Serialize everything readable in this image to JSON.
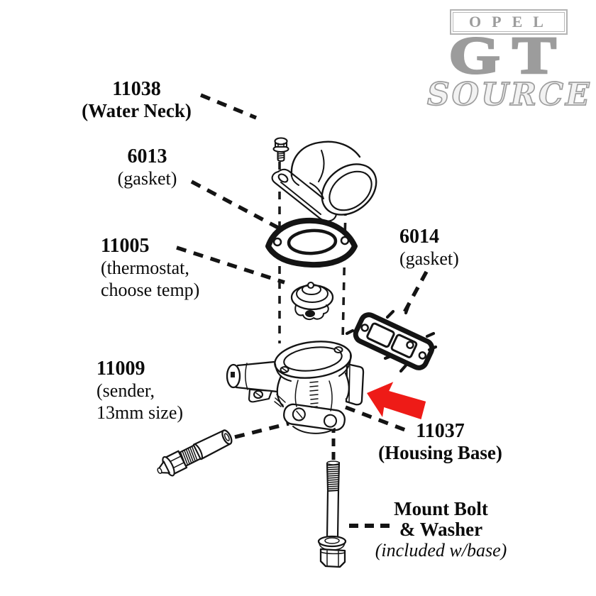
{
  "page": {
    "background": "#ffffff"
  },
  "logo": {
    "line1": "OPEL",
    "line2": "GT",
    "line3": "SOURCE"
  },
  "colors": {
    "logo_gray": "#9c9c9c",
    "diagram_line": "#141414",
    "arrow_red": "#ee1b17"
  },
  "labels": {
    "water_neck": {
      "number": "11038",
      "name": "(Water Neck)"
    },
    "gasket_6013": {
      "number": "6013",
      "name": "(gasket)"
    },
    "thermostat": {
      "number": "11005",
      "desc_line1": "(thermostat,",
      "desc_line2": "choose temp)"
    },
    "gasket_6014": {
      "number": "6014",
      "name": "(gasket)"
    },
    "sender": {
      "number": "11009",
      "desc_line1": "(sender,",
      "desc_line2": "13mm size)"
    },
    "housing_base": {
      "number": "11037",
      "name": "(Housing Base)"
    },
    "mount_bolt": {
      "line1": "Mount Bolt",
      "line2": "& Washer",
      "line3": "(included w/base)"
    }
  },
  "drawings": [
    "water-neck-elbow",
    "small-neck-bolt",
    "gasket-6013",
    "thermostat",
    "gasket-6014",
    "housing-base",
    "temperature-sender",
    "mount-bolt-with-washer",
    "red-arrow-pointer"
  ]
}
